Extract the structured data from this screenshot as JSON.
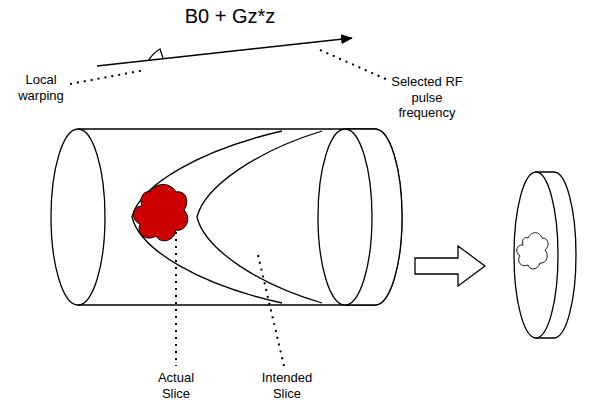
{
  "diagram": {
    "title": "B0 + Gz*z",
    "labels": [
      "Local warping",
      "Selected RF pulse frequency",
      "Actual Slice",
      "Intended Slice"
    ]
  }
}
